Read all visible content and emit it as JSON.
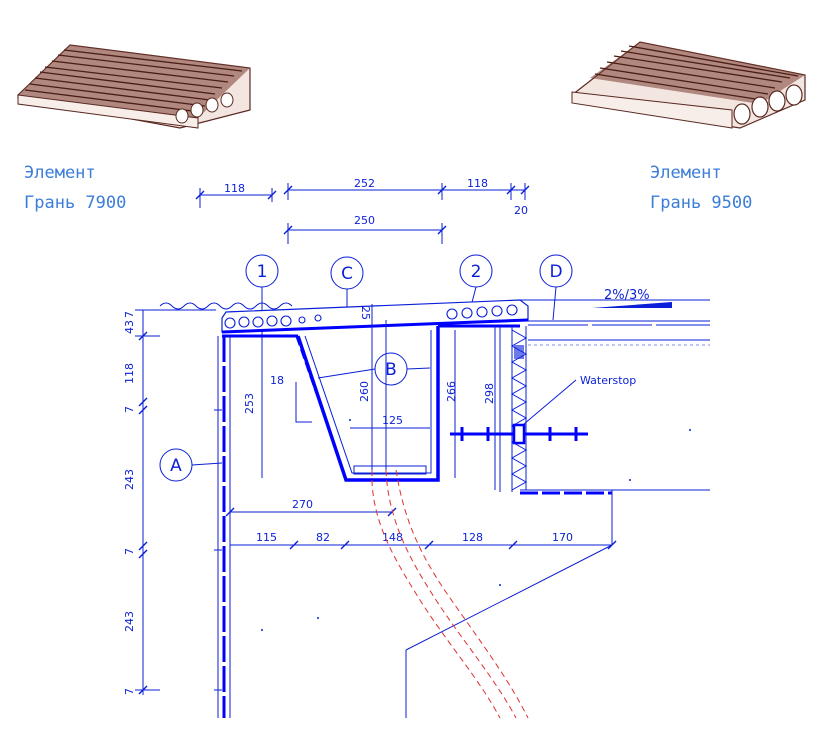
{
  "left_slab": {
    "name_label": "Элемент",
    "type_label": "Грань 7900"
  },
  "right_slab": {
    "name_label": "Элемент",
    "type_label": "Грань 9500"
  },
  "top_dims": {
    "d118_left": "118",
    "d252": "252",
    "d118_right": "118",
    "d20": "20",
    "d250": "250"
  },
  "markers": {
    "m1": "1",
    "mC": "C",
    "m2": "2",
    "mD": "D",
    "mB": "B",
    "mA": "A"
  },
  "slope_label": "2%/3%",
  "inner_dims": {
    "d25": "25",
    "d18": "18",
    "d253": "253",
    "d260": "260",
    "d125": "125",
    "d266": "266",
    "d298": "298",
    "d270": "270"
  },
  "waterstop_label": "Waterstop",
  "bottom_dims": {
    "d115": "115",
    "d82": "82",
    "d148": "148",
    "d128": "128",
    "d170": "170"
  },
  "left_dims": {
    "d7a": "7",
    "d43": "43",
    "d118": "118",
    "d7b": "7",
    "d243a": "243",
    "d7c": "7",
    "d243b": "243",
    "d7d": "7"
  },
  "colors": {
    "line": "#0a1fd8",
    "heavy": "#0000ff",
    "label": "#3b7dd8",
    "cut": "#e03030",
    "slab_dark": "#5a2a22",
    "slab_face": "#f3e6e0"
  }
}
